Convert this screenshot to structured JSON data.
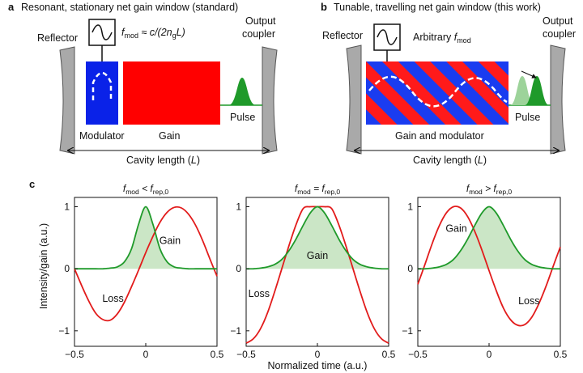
{
  "panel_a": {
    "letter": "a",
    "title": "Resonant, stationary net gain window (standard)",
    "reflector_label": "Reflector",
    "output_coupler_label": [
      "Output",
      "coupler"
    ],
    "fmod_label": "f",
    "fmod_sub": "mod",
    "fmod_eq": " ≈ c/(2n",
    "fmod_g": "g",
    "fmod_tail": "L)",
    "modulator_label": "Modulator",
    "gain_label": "Gain",
    "pulse_label": "Pulse",
    "cavity_label": "Cavity length (",
    "cavity_L": "L",
    "cavity_close": ")",
    "colors": {
      "modulator": "#0a22e8",
      "gain": "#ff0000",
      "pulse": "#1f9a2a"
    }
  },
  "panel_b": {
    "letter": "b",
    "title": "Tunable, travelling net gain window (this work)",
    "reflector_label": "Reflector",
    "output_coupler_label": [
      "Output",
      "coupler"
    ],
    "arbitrary_label": "Arbitrary ",
    "fmod_label": "f",
    "fmod_sub": "mod",
    "medium_label": "Gain and modulator",
    "pulse_label": "Pulse",
    "cavity_label": "Cavity length (",
    "cavity_L": "L",
    "cavity_close": ")",
    "colors": {
      "stripe_red": "#ff1a1a",
      "stripe_blue": "#1a3cf0",
      "pulse": "#1f9a2a"
    }
  },
  "panel_c": {
    "letter": "c",
    "ylabel": "Intensity/gain (a.u.)",
    "xlabel": "Normalized time (a.u.)",
    "colors": {
      "gain_curve": "#1f9a2a",
      "gain_fill": "#c5e3c0",
      "loss_curve": "#e21b1b"
    }
  },
  "chart_data": [
    {
      "type": "line",
      "title_parts": [
        "f",
        "mod",
        " < f",
        "rep,0"
      ],
      "xlim": [
        -0.5,
        0.5
      ],
      "ylim": [
        -1.25,
        1.15
      ],
      "xticks": [
        "−0.5",
        "0",
        "0.5"
      ],
      "yticks": [
        "1",
        "0",
        "−1"
      ],
      "series": [
        {
          "name": "Gain",
          "label_at": [
            0.17,
            0.45
          ],
          "x": [
            -0.5,
            -0.45,
            -0.4,
            -0.35,
            -0.3,
            -0.25,
            -0.2,
            -0.15,
            -0.1,
            -0.05,
            0,
            0.05,
            0.1,
            0.15,
            0.2,
            0.25,
            0.3,
            0.35,
            0.4,
            0.45,
            0.5
          ],
          "y": [
            0,
            0,
            0,
            0,
            0,
            0.01,
            0.03,
            0.11,
            0.32,
            0.72,
            1.0,
            0.72,
            0.32,
            0.11,
            0.03,
            0.01,
            0,
            0,
            0,
            0,
            0
          ]
        },
        {
          "name": "Loss",
          "label_at": [
            -0.23,
            -0.48
          ],
          "x": [
            -0.5,
            -0.45,
            -0.4,
            -0.35,
            -0.3,
            -0.25,
            -0.2,
            -0.15,
            -0.1,
            -0.05,
            0,
            0.05,
            0.1,
            0.15,
            0.2,
            0.25,
            0.3,
            0.35,
            0.4,
            0.45,
            0.5
          ],
          "y": [
            0.0,
            -0.27,
            -0.52,
            -0.72,
            -0.82,
            -0.83,
            -0.73,
            -0.54,
            -0.29,
            -0.02,
            0.26,
            0.52,
            0.75,
            0.91,
            0.99,
            0.98,
            0.88,
            0.7,
            0.45,
            0.16,
            -0.12
          ]
        }
      ]
    },
    {
      "type": "line",
      "title_parts": [
        "f",
        "mod",
        " = f",
        "rep,0"
      ],
      "xlim": [
        -0.5,
        0.5
      ],
      "ylim": [
        -1.25,
        1.15
      ],
      "xticks": [
        "−0.5",
        "0",
        "0.5"
      ],
      "yticks": [
        "1",
        "0",
        "−1"
      ],
      "series": [
        {
          "name": "Gain",
          "label_at": [
            0.0,
            0.21
          ],
          "x": [
            -0.5,
            -0.45,
            -0.4,
            -0.35,
            -0.3,
            -0.25,
            -0.2,
            -0.15,
            -0.1,
            -0.05,
            0,
            0.05,
            0.1,
            0.15,
            0.2,
            0.25,
            0.3,
            0.35,
            0.4,
            0.45,
            0.5
          ],
          "y": [
            0,
            0,
            0.01,
            0.03,
            0.07,
            0.15,
            0.29,
            0.48,
            0.7,
            0.9,
            1.0,
            0.9,
            0.7,
            0.48,
            0.29,
            0.15,
            0.07,
            0.03,
            0.01,
            0,
            0
          ]
        },
        {
          "name": "Loss",
          "label_at": [
            -0.41,
            -0.4
          ],
          "x": [
            -0.5,
            -0.45,
            -0.4,
            -0.35,
            -0.3,
            -0.25,
            -0.2,
            -0.15,
            -0.1,
            -0.05,
            0,
            0.05,
            0.1,
            0.15,
            0.2,
            0.25,
            0.3,
            0.35,
            0.4,
            0.45,
            0.5
          ],
          "y": [
            -1.2,
            -1.13,
            -0.97,
            -0.71,
            -0.37,
            0.0,
            0.37,
            0.71,
            0.97,
            1.0,
            1.0,
            1.0,
            0.97,
            0.71,
            0.37,
            0.0,
            -0.37,
            -0.71,
            -0.97,
            -1.13,
            -1.2
          ]
        }
      ]
    },
    {
      "type": "line",
      "title_parts": [
        "f",
        "mod",
        " > f",
        "rep,0"
      ],
      "xlim": [
        -0.5,
        0.5
      ],
      "ylim": [
        -1.25,
        1.15
      ],
      "xticks": [
        "−0.5",
        "0",
        "0.5"
      ],
      "yticks": [
        "1",
        "0",
        "−1"
      ],
      "series": [
        {
          "name": "Gain",
          "label_at": [
            -0.23,
            0.65
          ],
          "x": [
            -0.5,
            -0.45,
            -0.4,
            -0.35,
            -0.3,
            -0.25,
            -0.2,
            -0.15,
            -0.1,
            -0.05,
            0,
            0.05,
            0.1,
            0.15,
            0.2,
            0.25,
            0.3,
            0.35,
            0.4,
            0.45,
            0.5
          ],
          "y": [
            0,
            0,
            0.01,
            0.03,
            0.07,
            0.15,
            0.29,
            0.48,
            0.7,
            0.9,
            1.0,
            0.9,
            0.7,
            0.48,
            0.29,
            0.15,
            0.07,
            0.03,
            0.01,
            0,
            0
          ]
        },
        {
          "name": "Loss",
          "label_at": [
            0.28,
            -0.52
          ],
          "x": [
            -0.5,
            -0.45,
            -0.4,
            -0.35,
            -0.3,
            -0.25,
            -0.2,
            -0.15,
            -0.1,
            -0.05,
            0,
            0.05,
            0.1,
            0.15,
            0.2,
            0.25,
            0.3,
            0.35,
            0.4,
            0.45,
            0.5
          ],
          "y": [
            -0.25,
            0.07,
            0.4,
            0.69,
            0.9,
            1.0,
            0.98,
            0.84,
            0.6,
            0.3,
            -0.03,
            -0.35,
            -0.63,
            -0.82,
            -0.91,
            -0.9,
            -0.78,
            -0.56,
            -0.28,
            0.04,
            0.35
          ]
        }
      ]
    }
  ]
}
